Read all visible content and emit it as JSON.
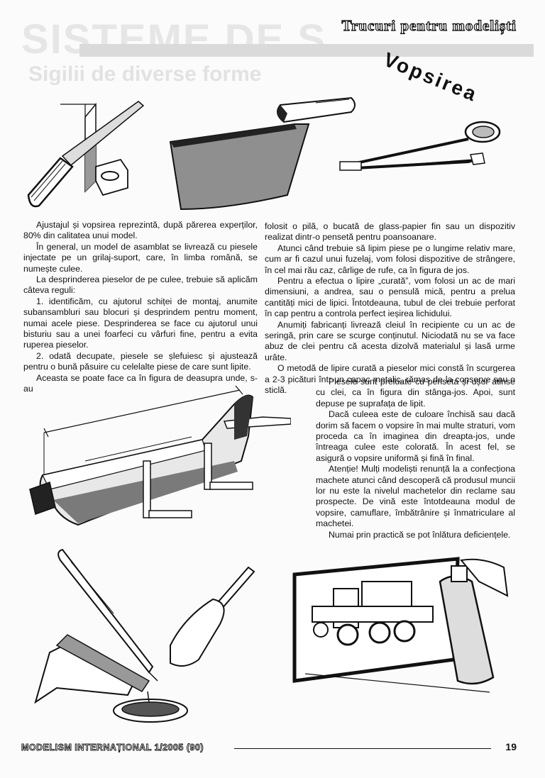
{
  "header": {
    "section_title": "Trucuri pentru modeliști",
    "article_title": "Vopsirea"
  },
  "article": {
    "left_column": [
      "Ajustajul și vopsirea reprezintă, după părerea experților, 80% din calitatea unui model.",
      "În general, un model de asamblat se livrează cu piesele injectate pe un grilaj-suport, care, în limba română, se numește culee.",
      "La desprinderea pieselor de pe culee, trebuie să aplicăm câteva reguli:",
      "1. identificăm, cu ajutorul schiței de montaj, anumite subansambluri sau blocuri și desprindem pentru moment, numai acele piese. Desprinderea se face cu ajutorul unui bisturiu sau a unei foarfeci cu vârfuri fine, pentru a evita ruperea pieselor.",
      "2. odată decupate, piesele se șlefuiesc și ajustează pentru o bună păsuire cu celelalte piese de care sunt lipite.",
      "Aceasta se poate face ca în figura de deasupra unde, s-au"
    ],
    "right_column": [
      "folosit o pilă, o bucată de glass-papier fin sau un dispozitiv realizat dintr-o pensetă pentru poansoanare.",
      "Atunci când trebuie să lipim piese pe o lungime relativ mare, cum ar fi cazul unui fuzelaj, vom folosi dispozitive de strângere, în cel mai rău caz, cârlige de rufe, ca în figura de jos.",
      "Pentru a efectua o lipire „curată”, vom folosi un ac de mari dimensiuni, a andrea, sau o pensulă mică, pentru a prelua cantități mici de lipici. Întotdeauna, tubul de clei trebuie perforat în cap pentru a controla perfect ieșirea lichidului.",
      "Anumiți fabricanți livrează cleiul în recipiente cu un ac de seringă, prin care se scurge conținutul. Niciodată nu se va face abuz de clei pentru că acesta dizolvă materialul și lasă urme urâte.",
      "O metodă de lipire curată a pieselor mici constă în scurgerea a 2-3 picături într-un capac metalic, rămas de la conserve sau o sticlă."
    ],
    "middle_column": [
      "Piesele sunt preluate cu penseta și ușor atinse cu clei, ca în figura din stânga-jos. Apoi, sunt depuse pe suprafața de lipit.",
      "Dacă culeea este de culoare închisă sau dacă dorim să facem o vopsire în mai multe straturi, vom proceda ca în imaginea din dreapta-jos, unde întreaga culee este colorată. În acest fel, se asigură o vopsire uniformă și fină în final.",
      "Atenție! Mulți modeliști renunță la a confecționa machete atunci când descoperă că produsul muncii lor nu este la nivelul machetelor din reclame sau prospecte. De vină este întotdeauna modul de vopsire, camuflare, îmbătrânire și înmatriculare al machetei.",
      "Numai prin practică se pot înlătura deficiențele."
    ]
  },
  "footer": {
    "magazine": "MODELISM INTERNAȚIONAL 1/2005 (90)",
    "page_number": "19"
  }
}
